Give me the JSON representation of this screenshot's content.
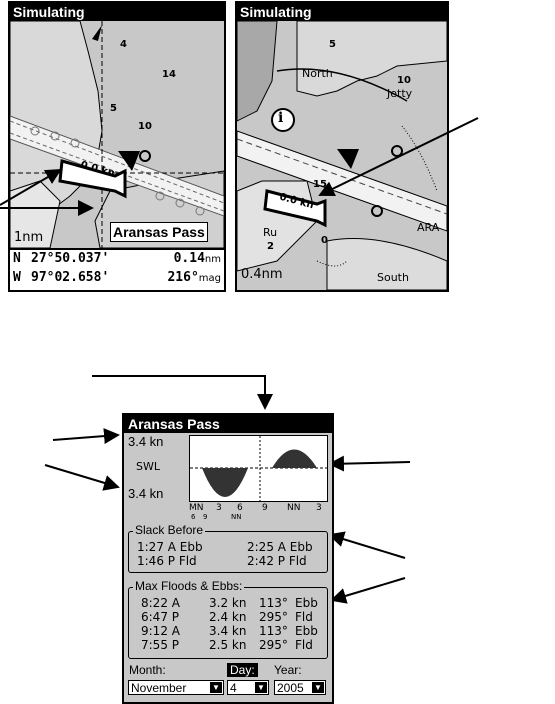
{
  "left_screen": {
    "title": "Simulating",
    "map_numbers": [
      "4",
      "14",
      "5",
      "10"
    ],
    "speed_label": "0.0 kn",
    "waypoint_label": "Aransas Pass",
    "scale": "1nm",
    "lat_prefix": "N",
    "lat_value": "27°50.037'",
    "lon_prefix": "W",
    "lon_value": "97°02.658'",
    "distance_value": "0.14",
    "distance_unit": "nm",
    "bearing_value": "216°",
    "bearing_unit": "mag"
  },
  "right_screen": {
    "title": "Simulating",
    "map_numbers": [
      "5",
      "10",
      "15",
      "2",
      "0"
    ],
    "labels": [
      "North",
      "Jetty",
      "Ru",
      "ARA",
      "South"
    ],
    "speed_label": "0.0 kn",
    "scale": "0.4nm",
    "info_icon": "i"
  },
  "tide": {
    "title": "Aransas Pass",
    "top_speed": "3.4 kn",
    "mid_label": "SWL",
    "bottom_speed": "3.4 kn",
    "time_ticks": [
      "MN",
      "3",
      "6",
      "9",
      "NN",
      "3"
    ],
    "time_ticks_sub": [
      "6",
      "9",
      "NN"
    ],
    "slack_title": "Slack Before",
    "slack": [
      {
        "left": "1:27 A Ebb",
        "right": "2:25 A Ebb"
      },
      {
        "left": "1:46 P Fld",
        "right": "2:42 P Fld"
      }
    ],
    "max_title": "Max Floods & Ebbs:",
    "max_rows": [
      {
        "time": "8:22 A",
        "speed": "3.2 kn",
        "deg": "113°",
        "dir": "Ebb"
      },
      {
        "time": "6:47 P",
        "speed": "2.4 kn",
        "deg": "295°",
        "dir": "Fld"
      },
      {
        "time": "9:12 A",
        "speed": "3.4 kn",
        "deg": "113°",
        "dir": "Ebb"
      },
      {
        "time": "7:55 P",
        "speed": "2.5 kn",
        "deg": "295°",
        "dir": "Fld"
      }
    ],
    "month_label": "Month:",
    "day_label": "Day:",
    "year_label": "Year:",
    "month_value": "November",
    "day_value": "4",
    "year_value": "2005"
  },
  "icons": {
    "dropdown_arrow": "▼"
  }
}
